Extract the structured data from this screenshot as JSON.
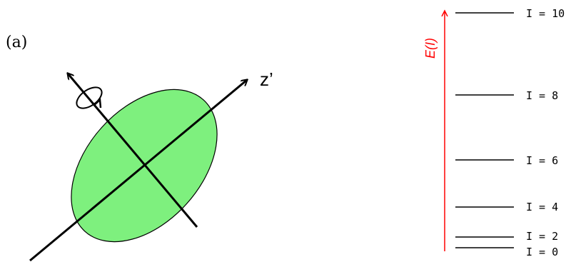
{
  "panel_label": "(a)",
  "nucleus": {
    "axis_label": "z’",
    "fill_color": "#7ef07e",
    "rotation_icon": "rotation-arrow-icon"
  },
  "energy_diagram": {
    "axis_label": "E(I)",
    "axis_color": "#ff0000",
    "levels": [
      {
        "label": "I = 10"
      },
      {
        "label": "I = 8"
      },
      {
        "label": "I = 6"
      },
      {
        "label": "I = 4"
      },
      {
        "label": "I = 2"
      },
      {
        "label": "I = 0"
      }
    ]
  }
}
